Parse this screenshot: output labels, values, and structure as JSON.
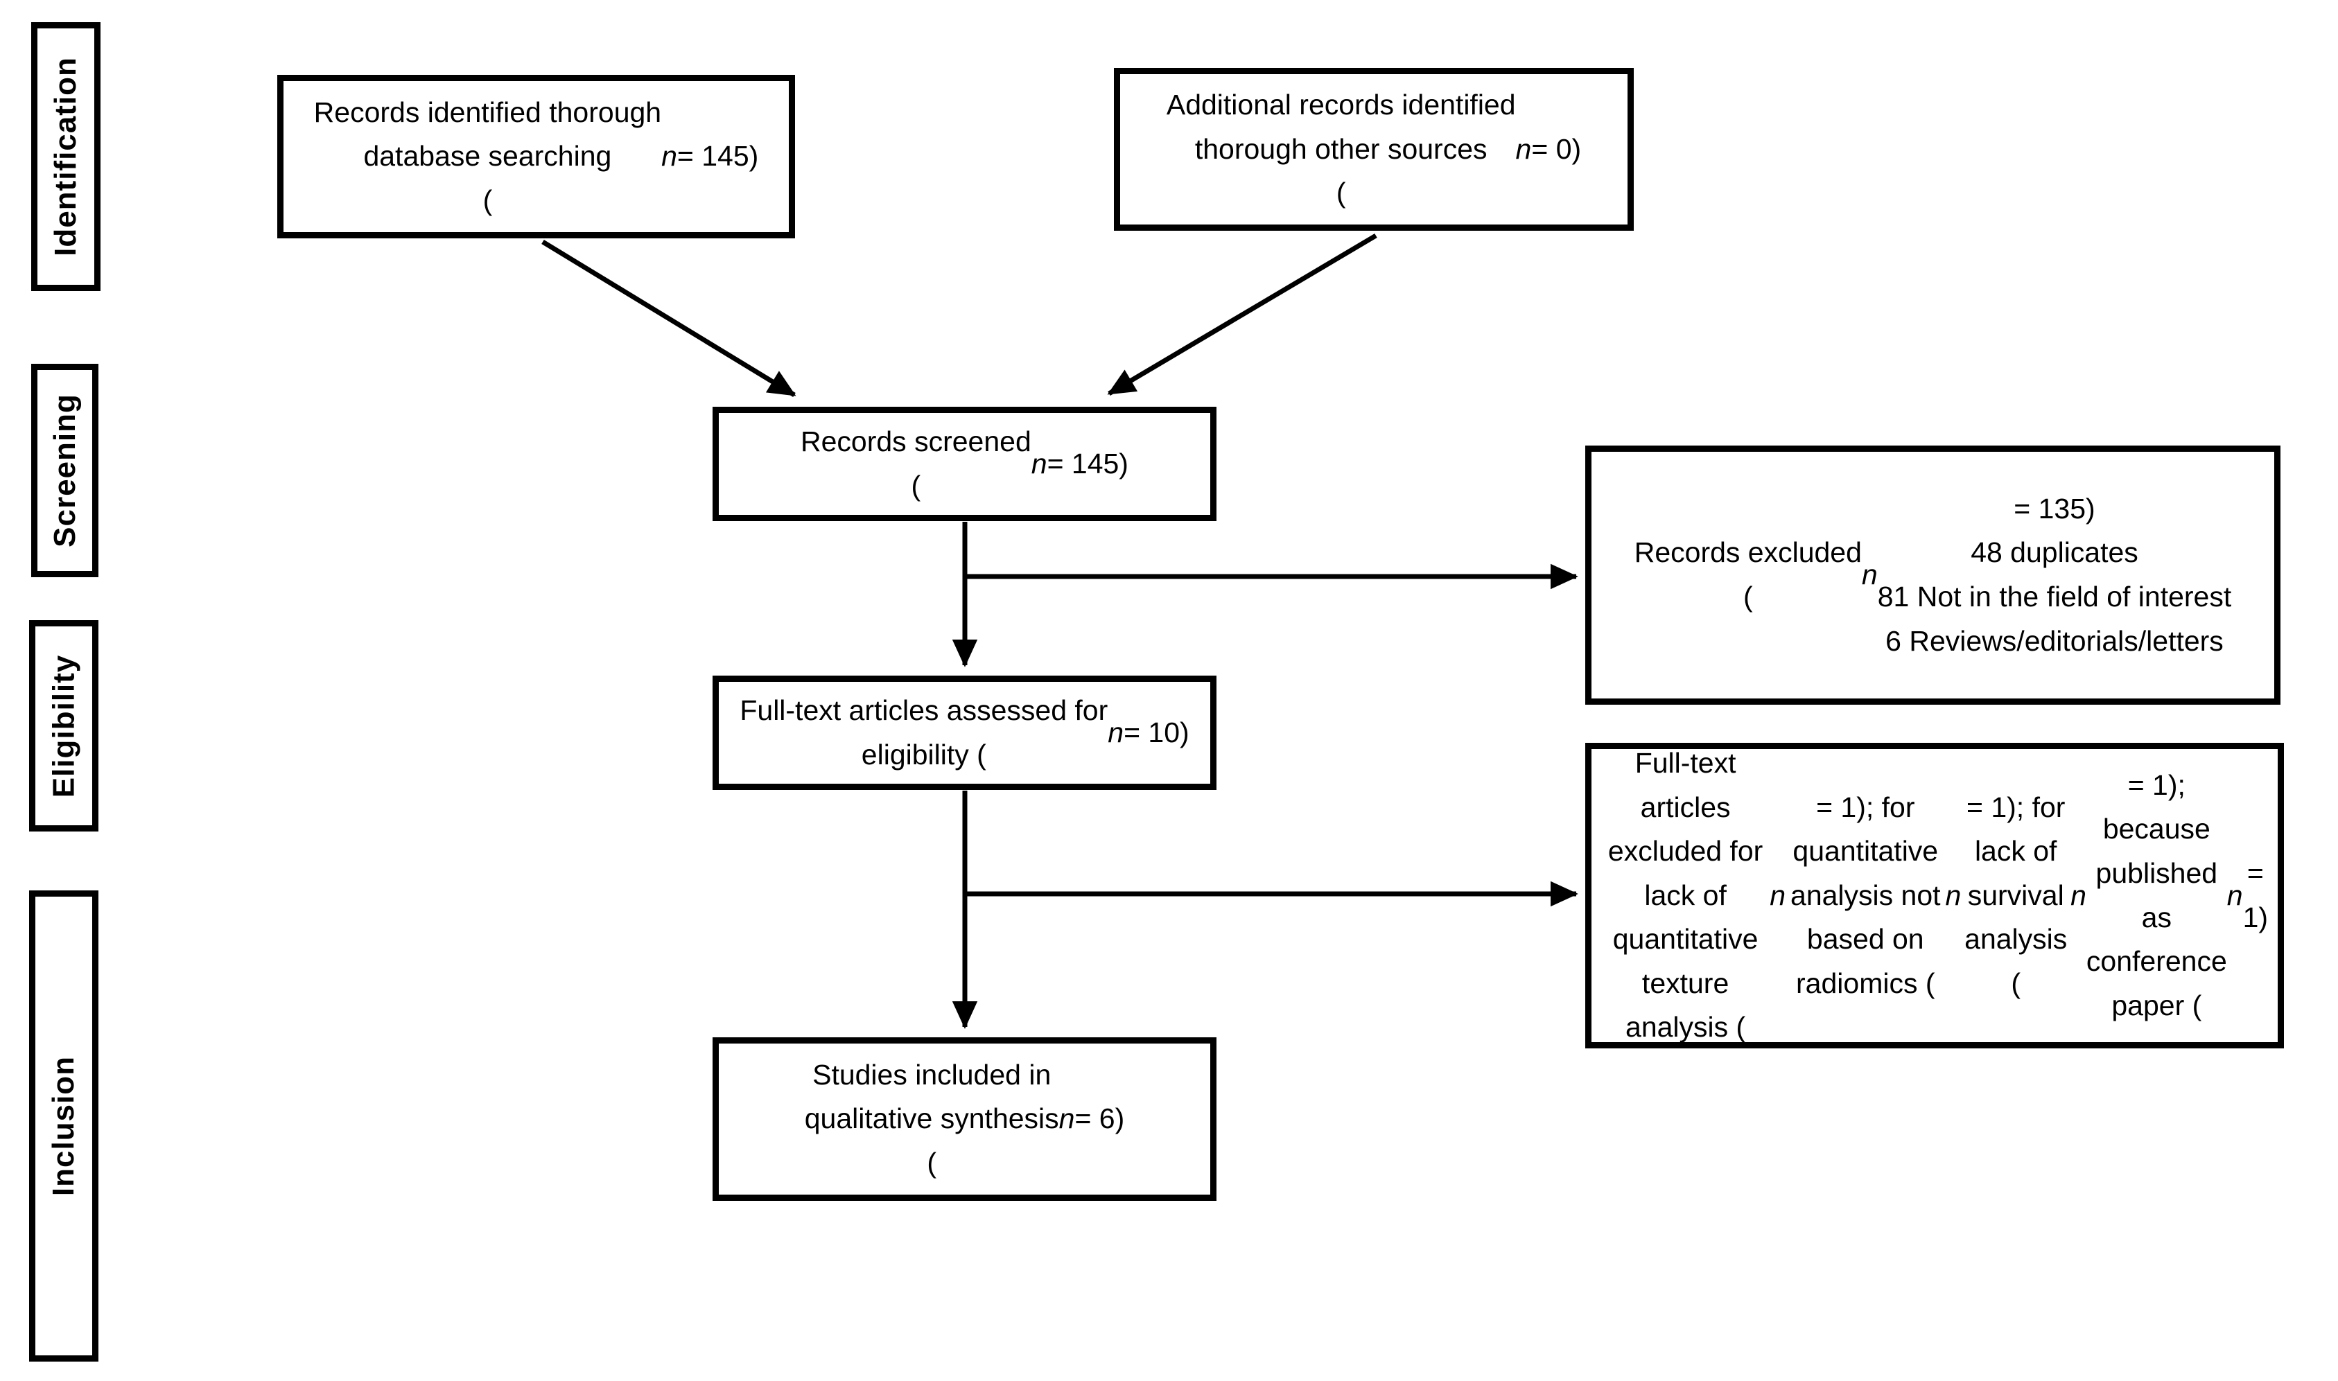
{
  "canvas": {
    "background_color": "#ffffff",
    "ink_color": "#000000"
  },
  "sidebar": {
    "items": [
      {
        "label": "Identification"
      },
      {
        "label": "Screening"
      },
      {
        "label": "Eligibility"
      },
      {
        "label": "Inclusion"
      }
    ]
  },
  "boxes": {
    "identified": {
      "text": "Records identified thorough\ndatabase searching\n(n = 145)"
    },
    "additional": {
      "text": "Additional records identified\nthorough other sources\n(n = 0)"
    },
    "screened": {
      "text": "Records screened\n(n = 145)"
    },
    "records_excluded": {
      "text": "Records excluded\n(n = 135)\n48 duplicates\n81 Not in the field of interest\n6 Reviews/editorials/letters"
    },
    "fulltext_assessed": {
      "text": "Full-text articles assessed for\neligibility (n = 10)"
    },
    "fulltext_excluded": {
      "text": "Full-text articles excluded for lack of\nquantitative texture analysis (n = 1); for\nquantitative analysis not based on\nradiomics (n = 1); for lack of survival\nanalysis (n = 1); because published as\nconference paper (n = 1)"
    },
    "included": {
      "text": "Studies included in\nqualitative synthesis\n(n = 6)"
    }
  }
}
